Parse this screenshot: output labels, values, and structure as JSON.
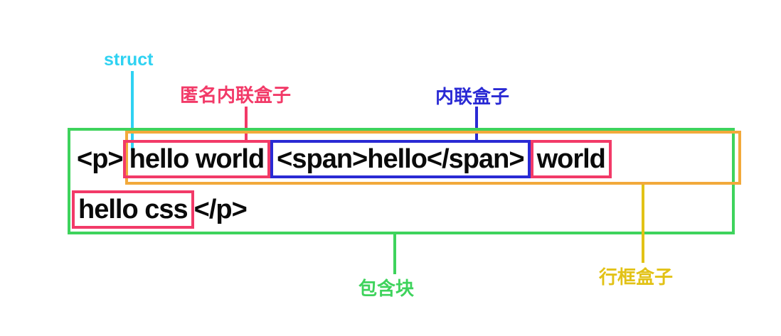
{
  "labels": {
    "struct": {
      "text": "struct",
      "color": "#2fd2f2"
    },
    "anonymous_inline_box": {
      "text": "匿名内联盒子",
      "color": "#f23a68"
    },
    "inline_box": {
      "text": "内联盒子",
      "color": "#2a2ad4"
    },
    "containing_block": {
      "text": "包含块",
      "color": "#3ed35c"
    },
    "line_box": {
      "text": "行框盒子",
      "color": "#e2c216"
    }
  },
  "code": {
    "p_open": "<p>",
    "anon_text_1": "hello world",
    "span_segment": "<span>hello</span>",
    "anon_text_2": "world",
    "anon_text_3": "hello css",
    "p_close": "</p>"
  },
  "colors": {
    "background": "#ffffff",
    "code_text": "#0a0a0a",
    "containing_block_border": "#3ed35c",
    "line_box_border": "#f2a93b",
    "anonymous_inline_box_border": "#f23a68",
    "inline_box_border": "#2a2ad4",
    "struct_pointer": "#2fd2f2",
    "line_box_pointer": "#e2c216"
  }
}
